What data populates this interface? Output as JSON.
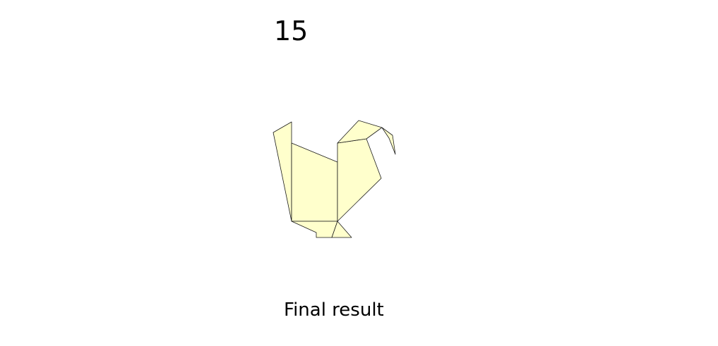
{
  "step": {
    "number": "15"
  },
  "caption": {
    "text": "Final result"
  },
  "figure": {
    "subject": "origami-turkey",
    "paper_color": "#ffffcc",
    "edge_color": "#1a1a1a"
  }
}
